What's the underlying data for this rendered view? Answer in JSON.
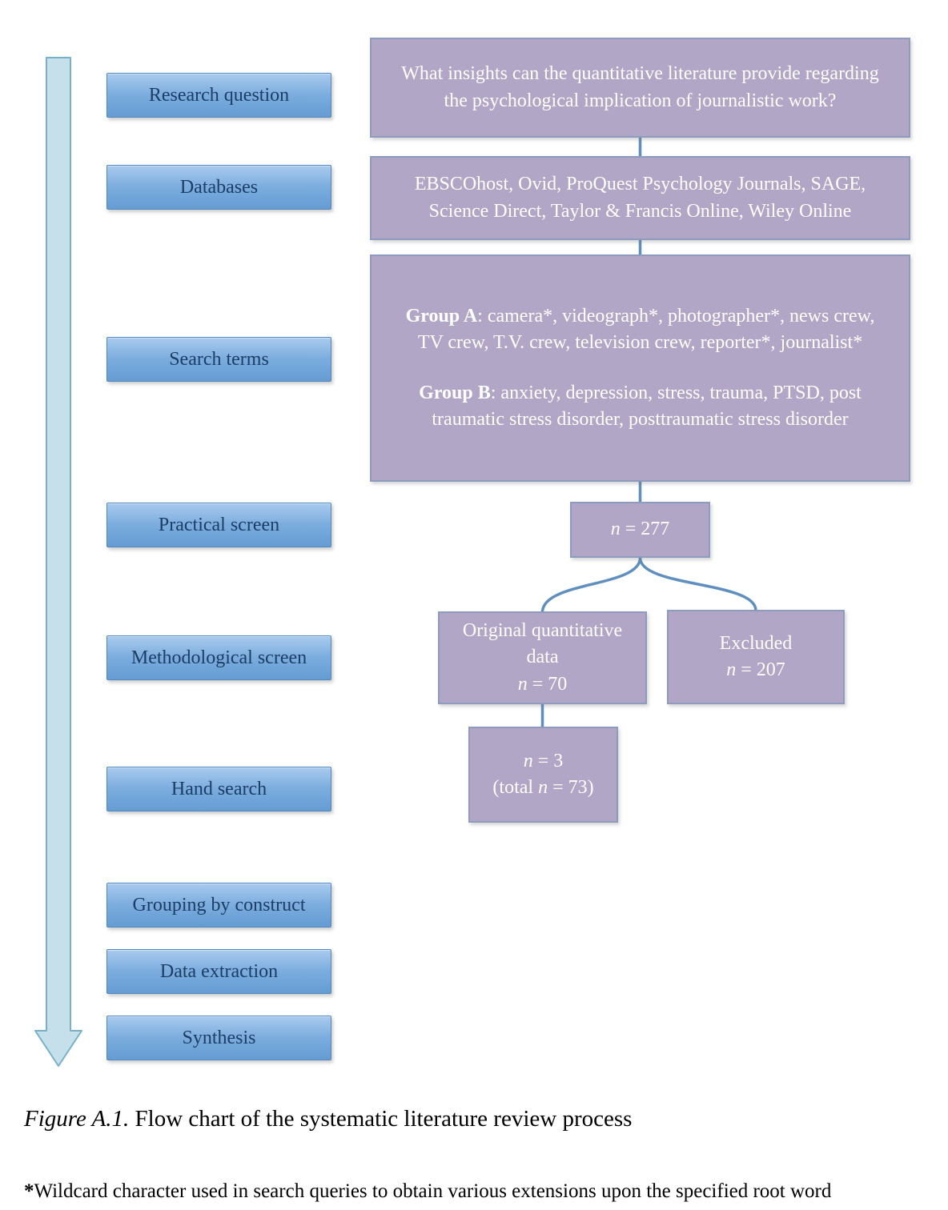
{
  "stages": [
    {
      "label": "Research question"
    },
    {
      "label": "Databases"
    },
    {
      "label": "Search terms"
    },
    {
      "label": "Practical screen"
    },
    {
      "label": "Methodological screen"
    },
    {
      "label": "Hand search"
    },
    {
      "label": "Grouping by construct"
    },
    {
      "label": "Data extraction"
    },
    {
      "label": "Synthesis"
    }
  ],
  "flow": {
    "research_question": "What insights can the quantitative literature provide regarding the psychological implication of journalistic work?",
    "databases": "EBSCOhost, Ovid, ProQuest Psychology Journals, SAGE, Science Direct, Taylor & Francis Online, Wiley Online",
    "search_terms": {
      "group_a_label": "Group A",
      "group_a_items": ": camera*, videograph*, photographer*, news crew, TV crew, T.V. crew, television crew, reporter*, journalist*",
      "group_b_label": "Group B",
      "group_b_items": ": anxiety, depression, stress, trauma, PTSD, post traumatic stress disorder, posttraumatic stress disorder"
    },
    "practical": {
      "var": "n",
      "value": " = 277"
    },
    "original": {
      "title": "Original quantitative data",
      "var": "n",
      "value": " = 70"
    },
    "excluded": {
      "title": "Excluded",
      "var": "n",
      "value": " = 207"
    },
    "hand": {
      "var": "n",
      "value": " = 3",
      "total_pre": "(total ",
      "total_var": "n",
      "total_post": " = 73)"
    }
  },
  "caption": {
    "label": "Figure A.1.",
    "text": " Flow chart of the systematic literature review process"
  },
  "footnote": {
    "star": "*",
    "text": "Wildcard character used in search queries to obtain various extensions upon the specified root word"
  },
  "colors": {
    "stage_blue": "#6aa1d8",
    "panel_purple": "#b2a6c6",
    "connector_blue": "#5f8fbe",
    "arrow_fill": "#c5e0ea",
    "stage_text": "#1c3e66"
  }
}
